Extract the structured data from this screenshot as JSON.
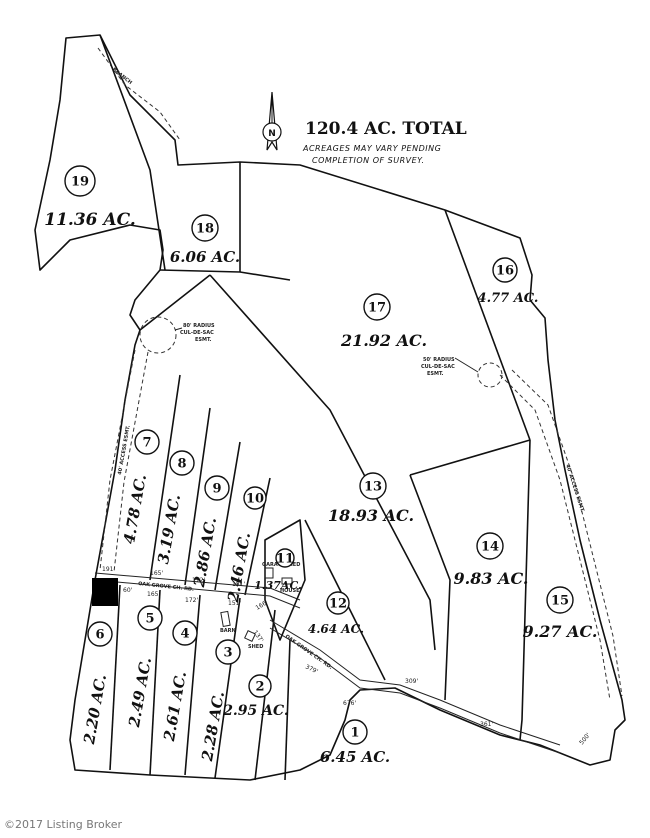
{
  "title": "120.4 AC. TOTAL",
  "note_line1": "ACREAGES MAY VARY PENDING",
  "note_line2": "COMPLETION OF SURVEY.",
  "north": "N",
  "branch_label": "BRANCH",
  "lots": [
    {
      "num": "19",
      "acres": "11.36 AC."
    },
    {
      "num": "18",
      "acres": "6.06 AC."
    },
    {
      "num": "17",
      "acres": "21.92 AC."
    },
    {
      "num": "16",
      "acres": "4.77 AC."
    },
    {
      "num": "7",
      "acres": "4.78 AC."
    },
    {
      "num": "8",
      "acres": "3.19 AC."
    },
    {
      "num": "9",
      "acres": "2.86 AC."
    },
    {
      "num": "10",
      "acres": "2.46 AC."
    },
    {
      "num": "11",
      "acres": "1.37AC."
    },
    {
      "num": "12",
      "acres": "4.64 AC."
    },
    {
      "num": "13",
      "acres": "18.93 AC."
    },
    {
      "num": "14",
      "acres": "9.83 AC."
    },
    {
      "num": "15",
      "acres": "9.27 AC."
    },
    {
      "num": "6",
      "acres": "2.20 AC."
    },
    {
      "num": "5",
      "acres": "2.49 AC."
    },
    {
      "num": "4",
      "acres": "2.61 AC."
    },
    {
      "num": "3",
      "acres": "2.28 AC."
    },
    {
      "num": "2",
      "acres": "2.95 AC."
    },
    {
      "num": "1",
      "acres": "6.45 AC."
    }
  ],
  "culdesac_left": [
    "80' RADIUS",
    "CUL-DE-SAC",
    "ESMT."
  ],
  "culdesac_right": [
    "50' RADIUS",
    "CUL-DE-SAC",
    "ESMT."
  ],
  "access_left": "40' ACCESS ESMT.",
  "access_right": "40' ACCESS ESMT.",
  "road_upper": "OAK GROVE CH. RD.",
  "road_lower": "OAK GROVE CH. RD.",
  "dims": {
    "d191": "191'",
    "d165a": "165'",
    "d172a": "172'",
    "d151a": "151'",
    "d60": "60'",
    "d165b": "165'",
    "d172b": "172'",
    "d151b": "151'",
    "d166": "166'",
    "d137": "137'",
    "d379": "379'",
    "d676": "676'",
    "d309": "309'",
    "d361": "361'",
    "d500": "500'"
  },
  "structures": {
    "garage": "GARAGE",
    "shed": "SHED",
    "house": "HOUSE",
    "barn": "BARN",
    "shed2": "SHED"
  },
  "copyright": "©2017 Listing Broker"
}
